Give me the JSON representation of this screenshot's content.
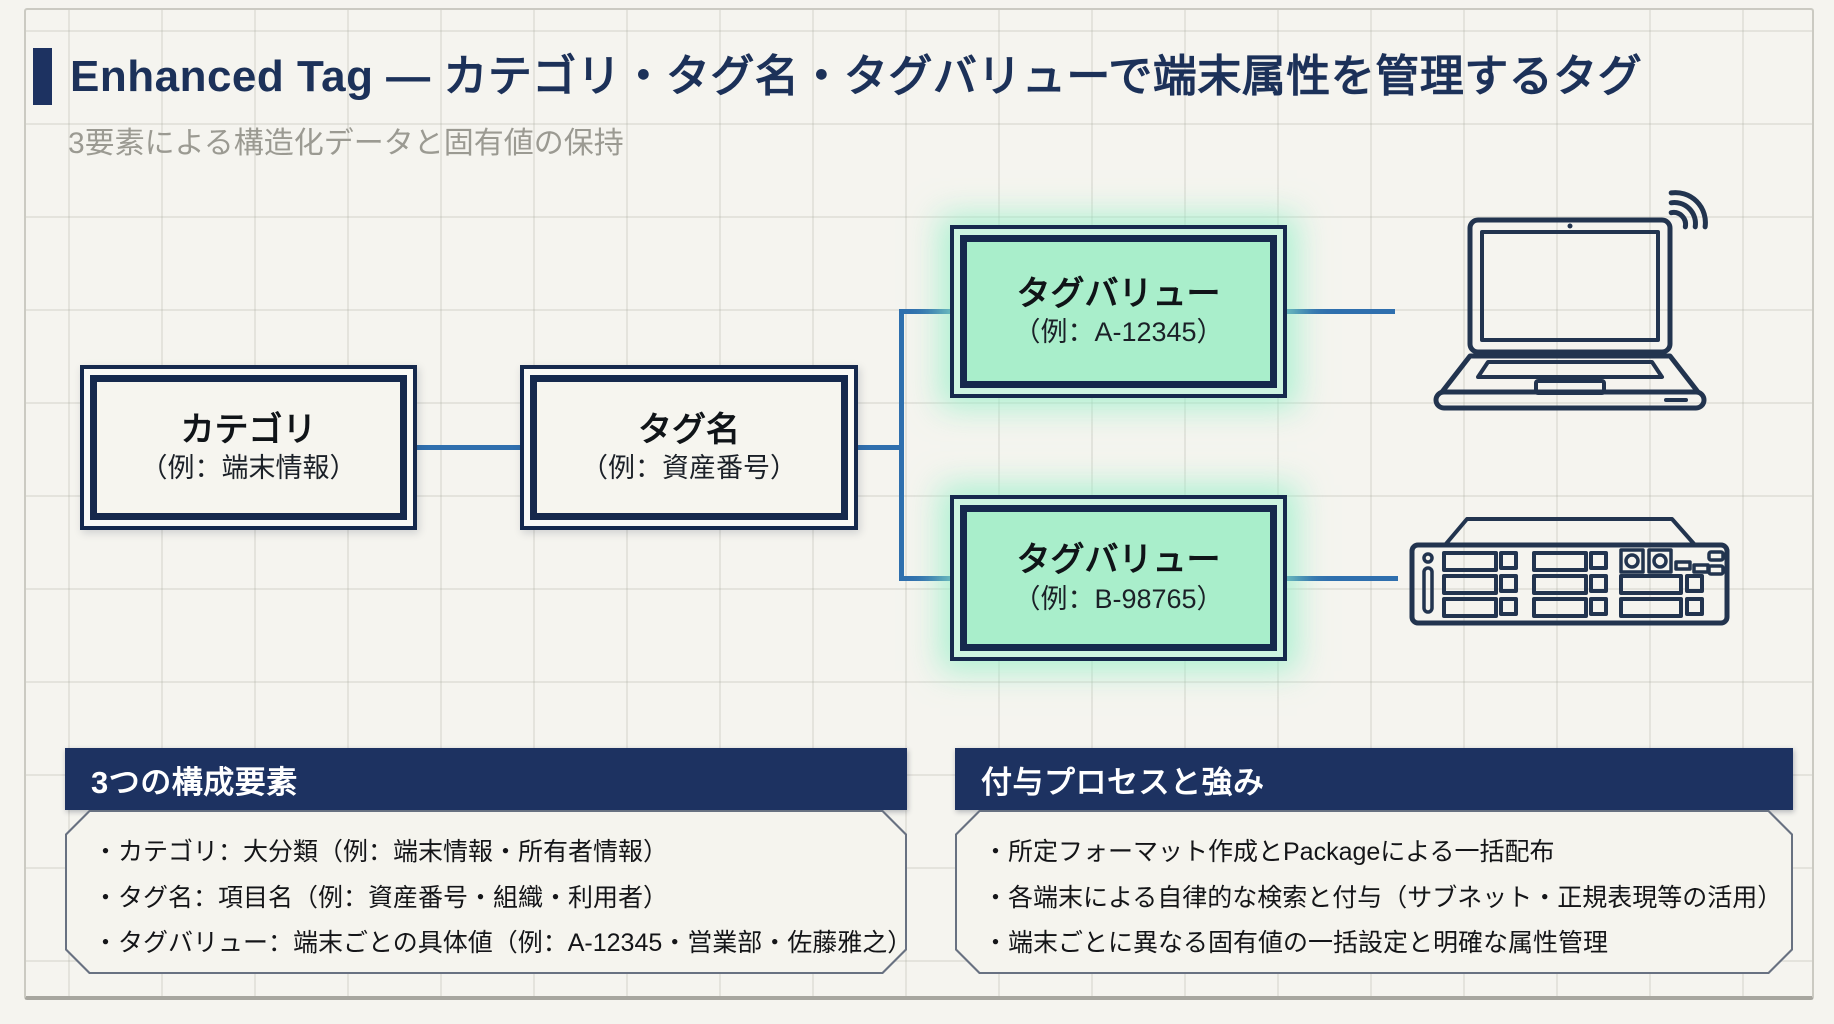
{
  "page": {
    "title": "Enhanced Tag — カテゴリ・タグ名・タグバリューで端末属性を管理するタグ",
    "subtitle": "3要素による構造化データと固有値の保持"
  },
  "diagram": {
    "nodes": [
      {
        "id": "category",
        "title": "カテゴリ",
        "example": "（例：端末情報）",
        "variant": "plain"
      },
      {
        "id": "tag-name",
        "title": "タグ名",
        "example": "（例：資産番号）",
        "variant": "plain"
      },
      {
        "id": "tag-value-a",
        "title": "タグバリュー",
        "example": "（例：A-12345）",
        "variant": "mint"
      },
      {
        "id": "tag-value-b",
        "title": "タグバリュー",
        "example": "（例：B-98765）",
        "variant": "mint"
      }
    ],
    "icons": [
      "laptop-wifi-icon",
      "rack-server-icon"
    ]
  },
  "panels": [
    {
      "title": "3つの構成要素",
      "bullets": [
        "・カテゴリ：大分類（例：端末情報・所有者情報）",
        "・タグ名：項目名（例：資産番号・組織・利用者）",
        "・タグバリュー：端末ごとの具体値（例：A-12345・営業部・佐藤雅之）"
      ]
    },
    {
      "title": "付与プロセスと強み",
      "bullets": [
        "・所定フォーマット作成とPackageによる一括配布",
        "・各端末による自律的な検索と付与（サブネット・正規表現等の活用）",
        "・端末ごとに異なる固有値の一括設定と明確な属性管理"
      ]
    }
  ],
  "colors": {
    "navy": "#1d3261",
    "box_border_navy": "#16294d",
    "mint_fill": "#a9eecb",
    "mint_glow": "rgba(150,240,200,0.75)",
    "connector_blue": "#2f6fae",
    "background": "#f5f4ef",
    "title_navy": "#1c3159",
    "subtitle_gray": "#9b9a92"
  }
}
